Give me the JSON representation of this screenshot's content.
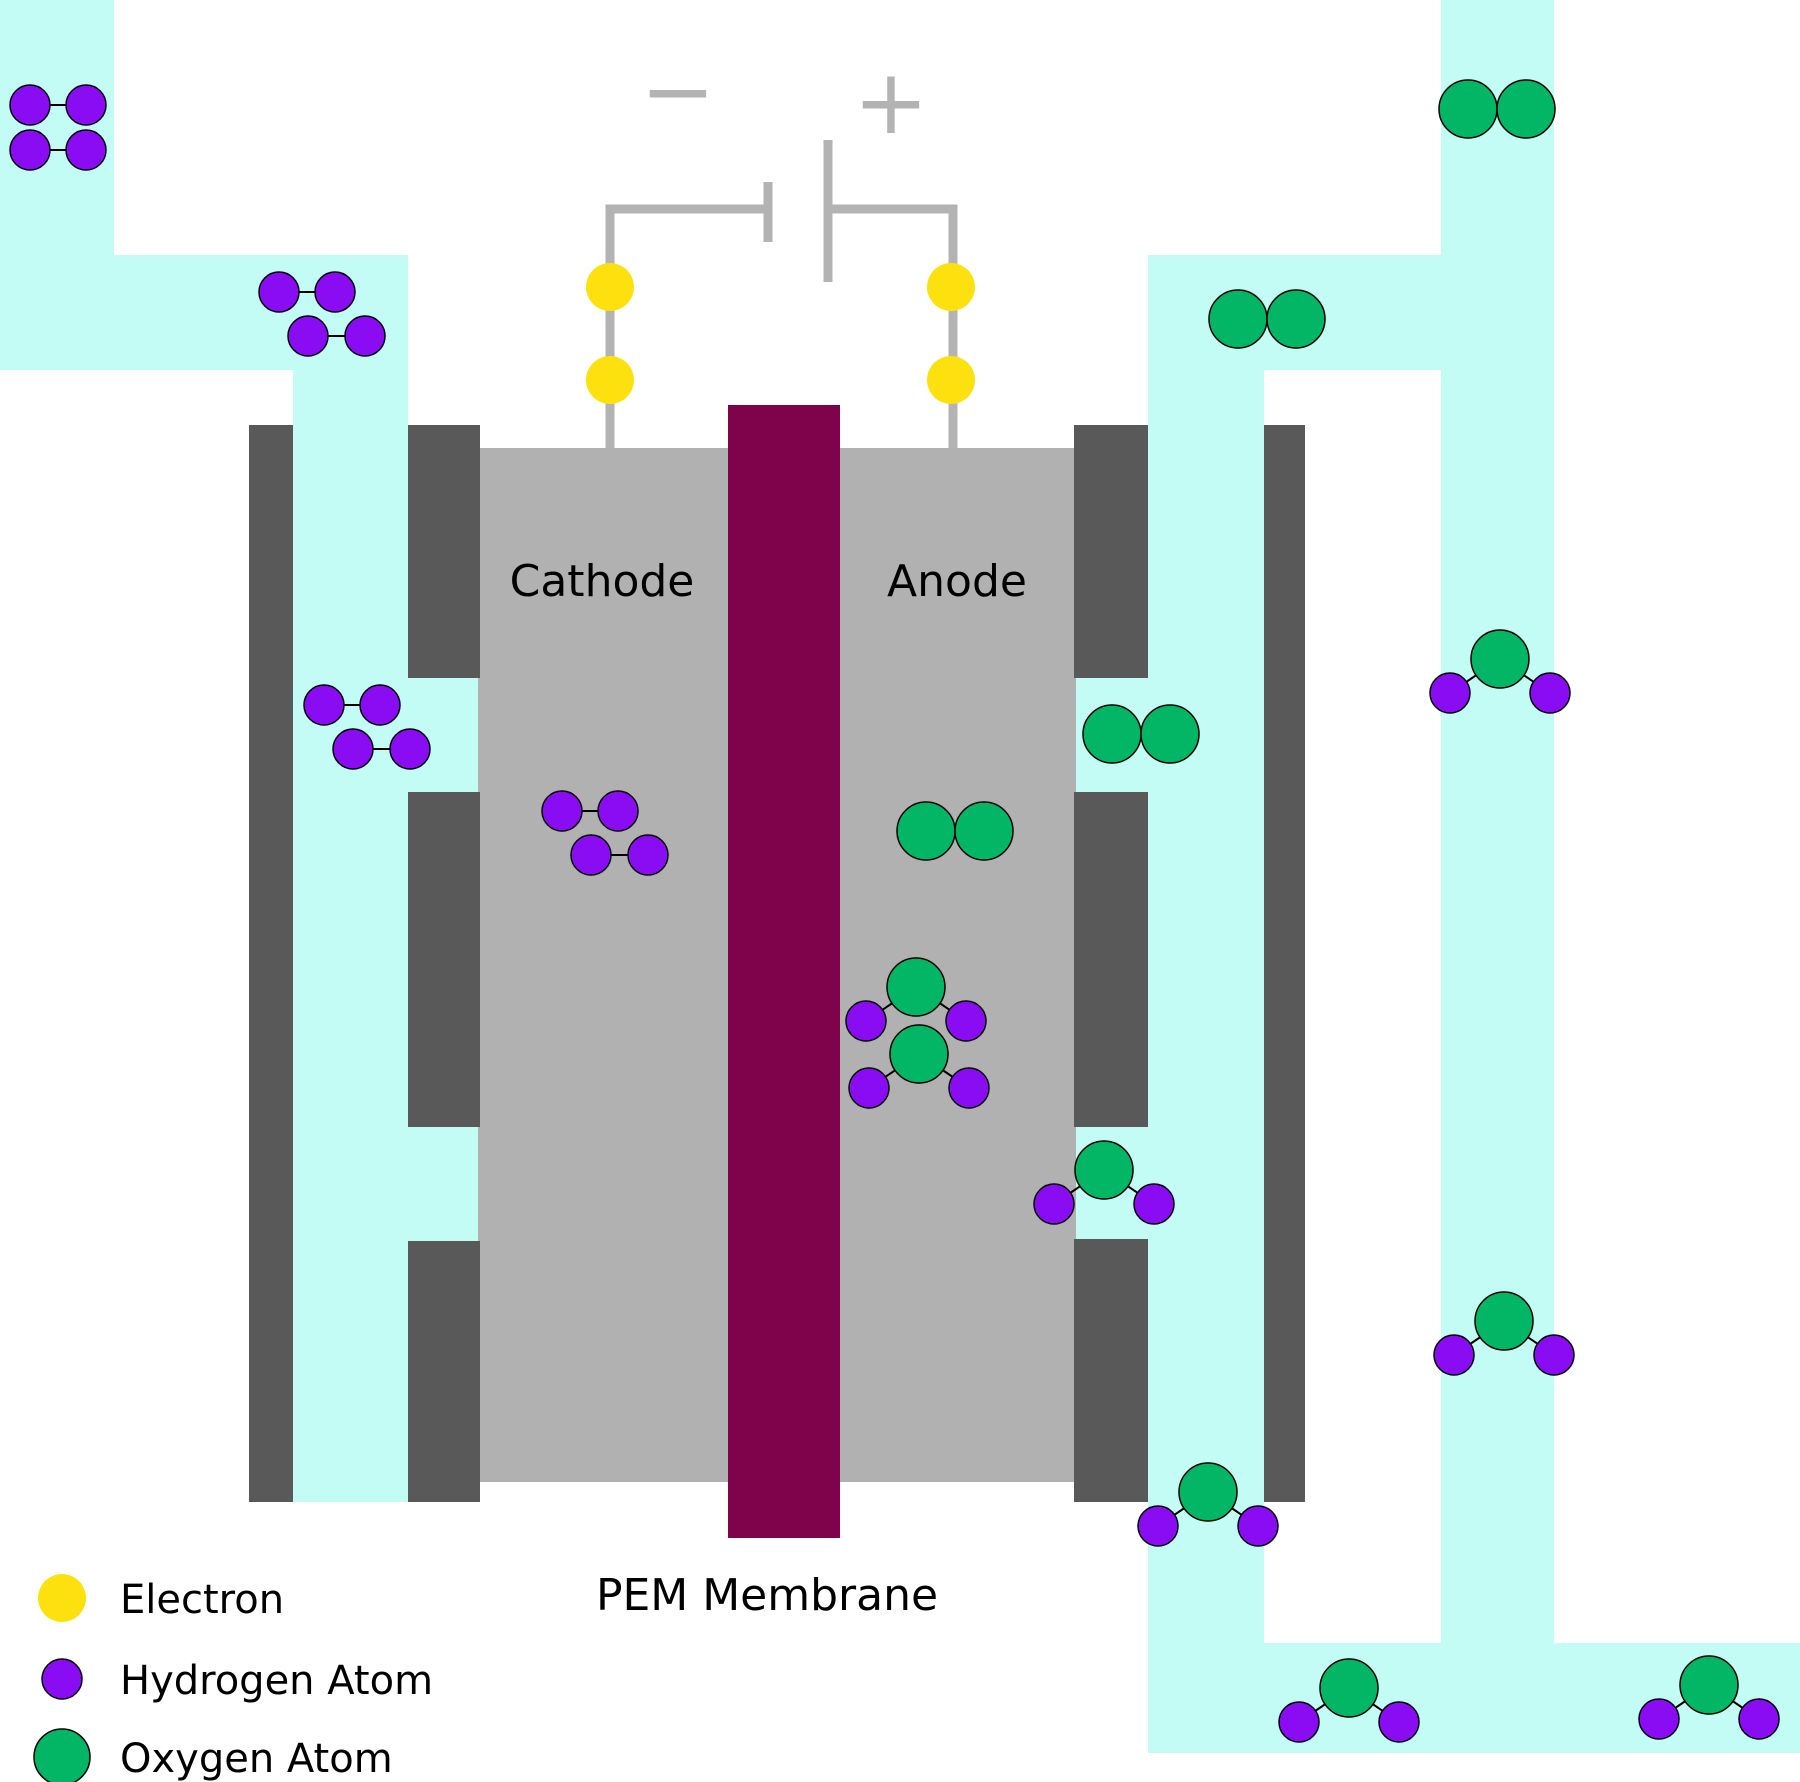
{
  "labels": {
    "cathode": "Cathode",
    "anode": "Anode",
    "membrane": "PEM Membrane",
    "minus": "−",
    "plus": "+"
  },
  "legend": [
    {
      "label": "Electron",
      "kind": "electron"
    },
    {
      "label": "Hydrogen Atom",
      "kind": "hydrogen"
    },
    {
      "label": "Oxygen Atom",
      "kind": "oxygen"
    }
  ],
  "colors": {
    "channel": "#c2fcf5",
    "cell": "#b1b1b1",
    "plate": "#595959",
    "membrane": "#7f034a",
    "wire": "#b3b3b3",
    "electron": "#fde10f",
    "hydrogen": "#8a0cf2",
    "oxygen": "#03b665"
  }
}
